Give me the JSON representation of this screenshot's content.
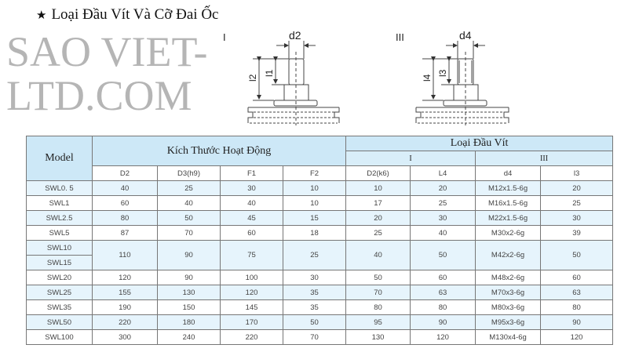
{
  "title": "Loại Đầu Vít Và Cỡ Đai Ốc",
  "title_icon": "star-icon",
  "diagrams": [
    {
      "label": "I",
      "dim_top": "d2",
      "dim_outer": "l2",
      "dim_inner": "l1"
    },
    {
      "label": "III",
      "dim_top": "d4",
      "dim_outer": "l4",
      "dim_inner": "l3"
    }
  ],
  "table": {
    "model_header": "Model",
    "group1_header": "Kích Thước Hoạt Động",
    "group2_header": "Loại Đầu Vít",
    "type_i": "I",
    "type_iii": "III",
    "columns": [
      "D2",
      "D3(h9)",
      "F1",
      "F2",
      "D2(k6)",
      "L4",
      "d4",
      "l3"
    ],
    "rows": [
      {
        "model": "SWL0. 5",
        "v": [
          "40",
          "25",
          "30",
          "10",
          "10",
          "20",
          "M12x1.5-6g",
          "20"
        ]
      },
      {
        "model": "SWL1",
        "v": [
          "60",
          "40",
          "40",
          "10",
          "17",
          "25",
          "M16x1.5-6g",
          "25"
        ]
      },
      {
        "model": "SWL2.5",
        "v": [
          "80",
          "50",
          "45",
          "15",
          "20",
          "30",
          "M22x1.5-6g",
          "30"
        ]
      },
      {
        "model": "SWL5",
        "v": [
          "87",
          "70",
          "60",
          "18",
          "25",
          "40",
          "M30x2-6g",
          "39"
        ]
      },
      {
        "model": "SWL10",
        "model2": "SWL15",
        "v": [
          "110",
          "90",
          "75",
          "25",
          "40",
          "50",
          "M42x2-6g",
          "50"
        ]
      },
      {
        "model": "SWL20",
        "v": [
          "120",
          "90",
          "100",
          "30",
          "50",
          "60",
          "M48x2-6g",
          "60"
        ]
      },
      {
        "model": "SWL25",
        "v": [
          "155",
          "130",
          "120",
          "35",
          "70",
          "63",
          "M70x3-6g",
          "63"
        ]
      },
      {
        "model": "SWL35",
        "v": [
          "190",
          "150",
          "145",
          "35",
          "80",
          "80",
          "M80x3-6g",
          "80"
        ]
      },
      {
        "model": "SWL50",
        "v": [
          "220",
          "180",
          "170",
          "50",
          "95",
          "90",
          "M95x3-6g",
          "90"
        ]
      },
      {
        "model": "SWL100",
        "v": [
          "300",
          "240",
          "220",
          "70",
          "130",
          "120",
          "M130x4-6g",
          "120"
        ]
      }
    ]
  },
  "watermark": "SAO VIET-LTD.COM"
}
